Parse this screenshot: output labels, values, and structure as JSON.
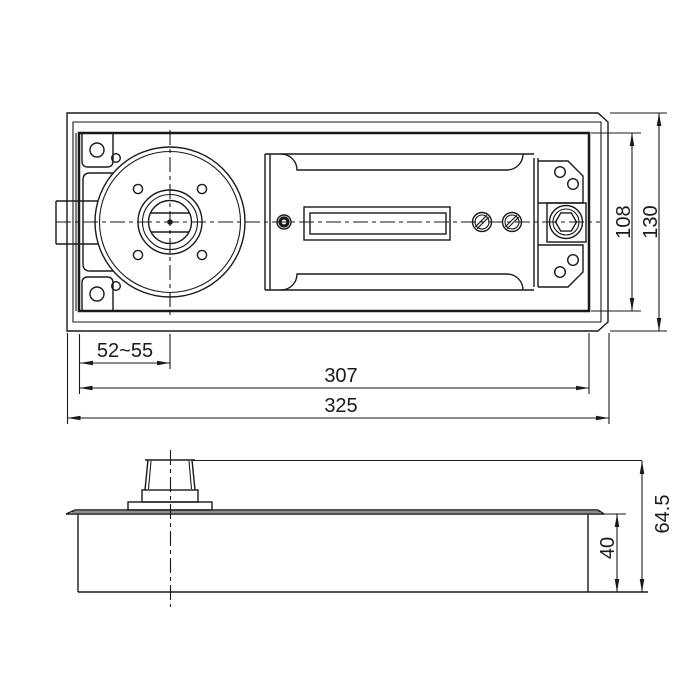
{
  "drawing": {
    "type": "technical-drawing-floor-spring",
    "dimensions": {
      "top_view": {
        "spindle_offset": "52~55",
        "inner_box_length": "307",
        "overall_length": "325",
        "inner_box_width": "108",
        "overall_width": "130"
      },
      "side_view": {
        "body_depth": "40",
        "overall_height": "64.5"
      }
    },
    "line_color": "#1a1a1a",
    "background_color": "#ffffff"
  }
}
